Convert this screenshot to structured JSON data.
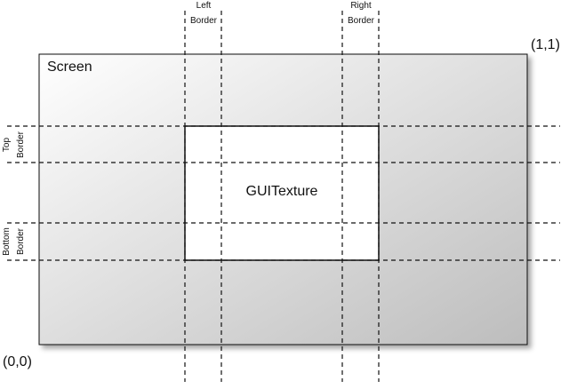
{
  "diagram": {
    "screen_label": "Screen",
    "texture_label": "GUITexture",
    "corner_top_right": "(1,1)",
    "corner_bottom_left": "(0,0)",
    "left_border": [
      "Left",
      "Border"
    ],
    "right_border": [
      "Right",
      "Border"
    ],
    "top_border": [
      "Top",
      "Border"
    ],
    "bottom_border": [
      "Bottom",
      "Border"
    ]
  },
  "colors": {
    "screen_gradient_light": "#ffffff",
    "screen_gradient_dark": "#bdbdbd",
    "line": "#111111",
    "texture_fill": "#ffffff"
  }
}
